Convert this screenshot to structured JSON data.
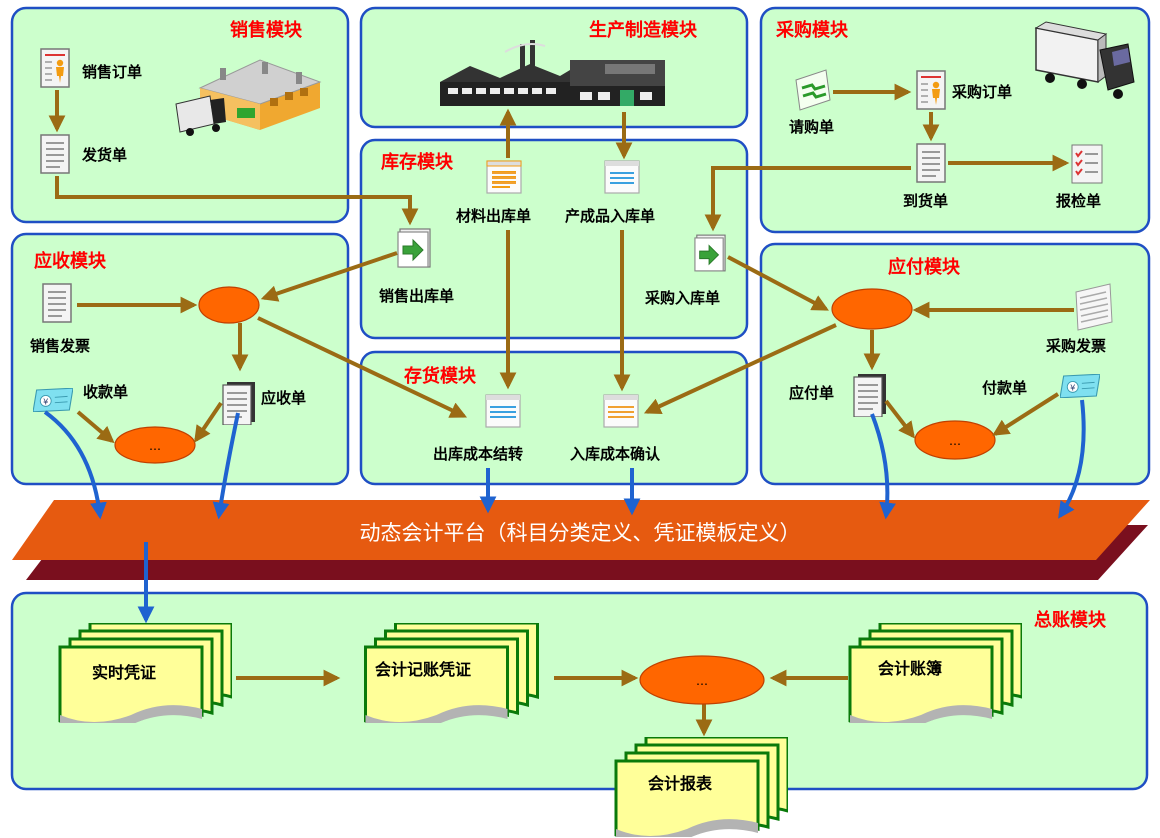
{
  "colors": {
    "panel_fill": "#ccffcc",
    "panel_stroke": "#1f4fc4",
    "arrow_brown": "#9b6b14",
    "arrow_blue": "#1f63d0",
    "node_orange": "#ff6600",
    "platform_orange": "#e65a10",
    "platform_shadow": "#7a0f1e",
    "title_red": "#ff0000",
    "ledger_doc_fill": "#ffff99",
    "ledger_doc_stroke": "#008000"
  },
  "modules": {
    "sales": "销售模块",
    "manufacturing": "生产制造模块",
    "purchasing": "采购模块",
    "inventory": "库存模块",
    "receivables": "应收模块",
    "payables": "应付模块",
    "stock": "存货模块",
    "general_ledger": "总账模块"
  },
  "labels": {
    "sales_order": "销售订单",
    "delivery_note": "发货单",
    "purchase_request": "请购单",
    "purchase_order": "采购订单",
    "arrival_note": "到货单",
    "inspection_note": "报检单",
    "material_out": "材料出库单",
    "finished_in": "产成品入库单",
    "sales_out": "销售出库单",
    "purchase_in": "采购入库单",
    "sales_invoice": "销售发票",
    "receipt": "收款单",
    "receivable": "应收单",
    "ar_node": "…",
    "purchase_invoice": "采购发票",
    "payable": "应付单",
    "payment": "付款单",
    "ap_node": "…",
    "out_cost": "出库成本结转",
    "in_cost": "入库成本确认",
    "platform": "动态会计平台（科目分类定义、凭证模板定义）",
    "realtime_voucher": "实时凭证",
    "posting_voucher": "会计记账凭证",
    "ledger_node": "…",
    "account_books": "会计账簿",
    "reports": "会计报表"
  },
  "icons": [
    "invoice-person-icon",
    "document-icon",
    "warehouse-icon",
    "truck-icon",
    "factory-icon",
    "semi-truck-icon",
    "green-form-icon",
    "checklist-icon",
    "stock-in-out-icon",
    "yen-cheque-icon",
    "flow-node-icon"
  ]
}
